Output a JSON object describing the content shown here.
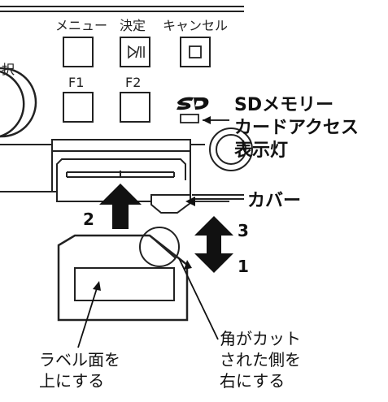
{
  "device": {
    "buttons": {
      "menu": "メニュー",
      "enter": "決定",
      "cancel": "キャンセル",
      "f1": "F1",
      "f2": "F2"
    },
    "left_partial_label": "択"
  },
  "callouts": {
    "sd_indicator": [
      "SDメモリー",
      "カードアクセス",
      "表示灯"
    ],
    "cover": "カバー",
    "label_side": [
      "ラベル面を",
      "上にする"
    ],
    "cut_corner": [
      "角がカット",
      "された側を",
      "右にする"
    ]
  },
  "arrows": {
    "insert_step": "2",
    "up_step": "3",
    "down_step": "1"
  },
  "colors": {
    "line": "#111111",
    "panel_line": "#222222",
    "background": "#ffffff"
  }
}
